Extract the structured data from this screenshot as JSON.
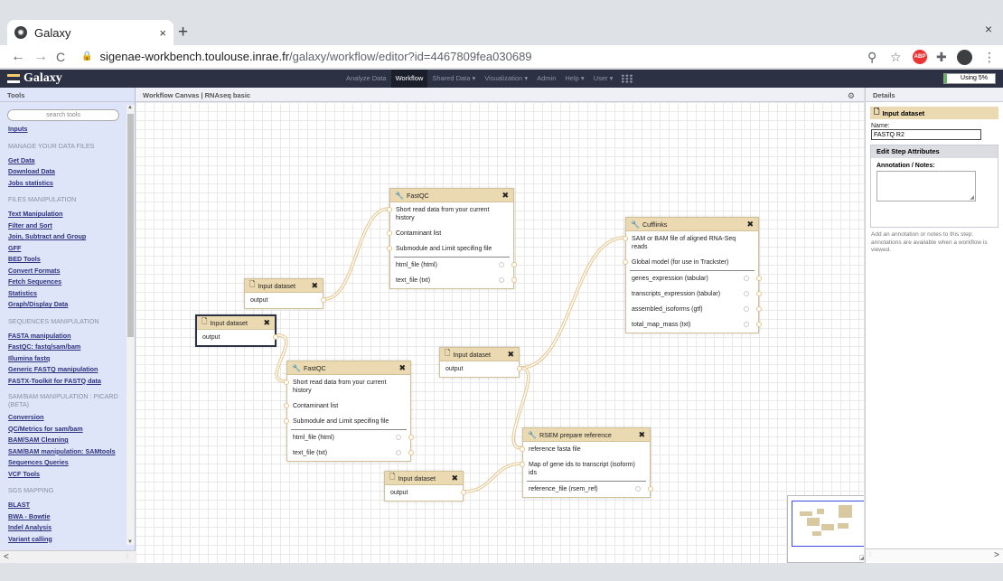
{
  "browser": {
    "tab_title": "Galaxy",
    "tab_close": "×",
    "new_tab": "+",
    "window_close": "×",
    "back": "←",
    "forward": "→",
    "reload": "C",
    "url_host": "sigenae-workbench.toulouse.inrae.fr",
    "url_path": "/galaxy/workflow/editor?id=4467809fea030689",
    "adblock_label": "ABP"
  },
  "masthead": {
    "brand": "Galaxy",
    "menu": [
      {
        "label": "Analyze Data",
        "active": false
      },
      {
        "label": "Workflow",
        "active": true
      },
      {
        "label": "Shared Data ▾",
        "active": false
      },
      {
        "label": "Visualization ▾",
        "active": false
      },
      {
        "label": "Admin",
        "active": false
      },
      {
        "label": "Help ▾",
        "active": false
      },
      {
        "label": "User ▾",
        "active": false
      }
    ],
    "quota_label": "Using 5%",
    "quota_fraction": 0.05
  },
  "tools": {
    "title": "Tools",
    "search_placeholder": "search tools",
    "items": [
      {
        "kind": "link",
        "label": "Inputs"
      },
      {
        "kind": "section",
        "label": "MANAGE YOUR DATA FILES"
      },
      {
        "kind": "link",
        "label": "Get Data"
      },
      {
        "kind": "link",
        "label": "Download Data"
      },
      {
        "kind": "link",
        "label": "Jobs statistics"
      },
      {
        "kind": "section",
        "label": "FILES MANIPULATION"
      },
      {
        "kind": "link",
        "label": "Text Manipulation"
      },
      {
        "kind": "link",
        "label": "Filter and Sort"
      },
      {
        "kind": "link",
        "label": "Join, Subtract and Group"
      },
      {
        "kind": "link",
        "label": "GFF"
      },
      {
        "kind": "link",
        "label": "BED Tools"
      },
      {
        "kind": "link",
        "label": "Convert Formats"
      },
      {
        "kind": "link",
        "label": "Fetch Sequences"
      },
      {
        "kind": "link",
        "label": "Statistics"
      },
      {
        "kind": "link",
        "label": "Graph/Display Data"
      },
      {
        "kind": "section",
        "label": "SEQUENCES MANIPULATION"
      },
      {
        "kind": "link",
        "label": "FASTA manipulation"
      },
      {
        "kind": "link",
        "label": "FastQC: fastq/sam/bam"
      },
      {
        "kind": "link",
        "label": "Illumina fastq"
      },
      {
        "kind": "link",
        "label": "Generic FASTQ manipulation"
      },
      {
        "kind": "link",
        "label": "FASTX-Toolkit for FASTQ data"
      },
      {
        "kind": "section2",
        "label": "SAM/BAM MANIPULATION : PICARD (BETA)"
      },
      {
        "kind": "link",
        "label": "Conversion"
      },
      {
        "kind": "link",
        "label": "QC/Metrics for sam/bam"
      },
      {
        "kind": "link",
        "label": "BAM/SAM Cleaning"
      },
      {
        "kind": "link",
        "label": "SAM/BAM manipulation: SAMtools"
      },
      {
        "kind": "link",
        "label": "Sequences Queries"
      },
      {
        "kind": "link",
        "label": "VCF Tools"
      },
      {
        "kind": "section",
        "label": "SGS MAPPING"
      },
      {
        "kind": "link",
        "label": "BLAST"
      },
      {
        "kind": "link",
        "label": "BWA - Bowtie"
      },
      {
        "kind": "link",
        "label": "Indel Analysis"
      },
      {
        "kind": "link",
        "label": "Variant calling"
      }
    ]
  },
  "canvas": {
    "title": "Workflow Canvas | RNAseq basic",
    "nodes": {
      "fastqc_top": {
        "title": "FastQC",
        "inputs": [
          "Short read data from your current history",
          "Contaminant list",
          "Submodule and Limit specifing file"
        ],
        "outputs": [
          "html_file (html)",
          "text_file (txt)"
        ]
      },
      "input_a": {
        "title": "Input dataset",
        "output": "output"
      },
      "input_b": {
        "title": "Input dataset",
        "output": "output"
      },
      "fastqc_mid": {
        "title": "FastQC",
        "inputs": [
          "Short read data from your current history",
          "Contaminant list",
          "Submodule and Limit specifing file"
        ],
        "outputs": [
          "html_file (html)",
          "text_file (txt)"
        ]
      },
      "input_c": {
        "title": "Input dataset",
        "output": "output"
      },
      "cufflinks": {
        "title": "Cufflinks",
        "inputs": [
          "SAM or BAM file of aligned RNA-Seq reads",
          "Global model (for use in Trackster)"
        ],
        "outputs": [
          "genes_expression (tabular)",
          "transcripts_expression (tabular)",
          "assembled_isoforms (gtf)",
          "total_map_mass (txt)"
        ]
      },
      "rsem": {
        "title": "RSEM prepare reference",
        "inputs": [
          "reference fasta file",
          "Map of gene ids to transcript (isoform) ids"
        ],
        "outputs": [
          "reference_file (rsem_ref)"
        ]
      },
      "input_d": {
        "title": "Input dataset",
        "output": "output"
      }
    }
  },
  "details": {
    "title": "Details",
    "step_title": "Input dataset",
    "name_label": "Name:",
    "name_value": "FASTQ R2",
    "attributes_title": "Edit Step Attributes",
    "annotation_label": "Annotation / Notes:",
    "annotation_help": "Add an annotation or notes to this step; annotations are available when a workflow is viewed."
  }
}
